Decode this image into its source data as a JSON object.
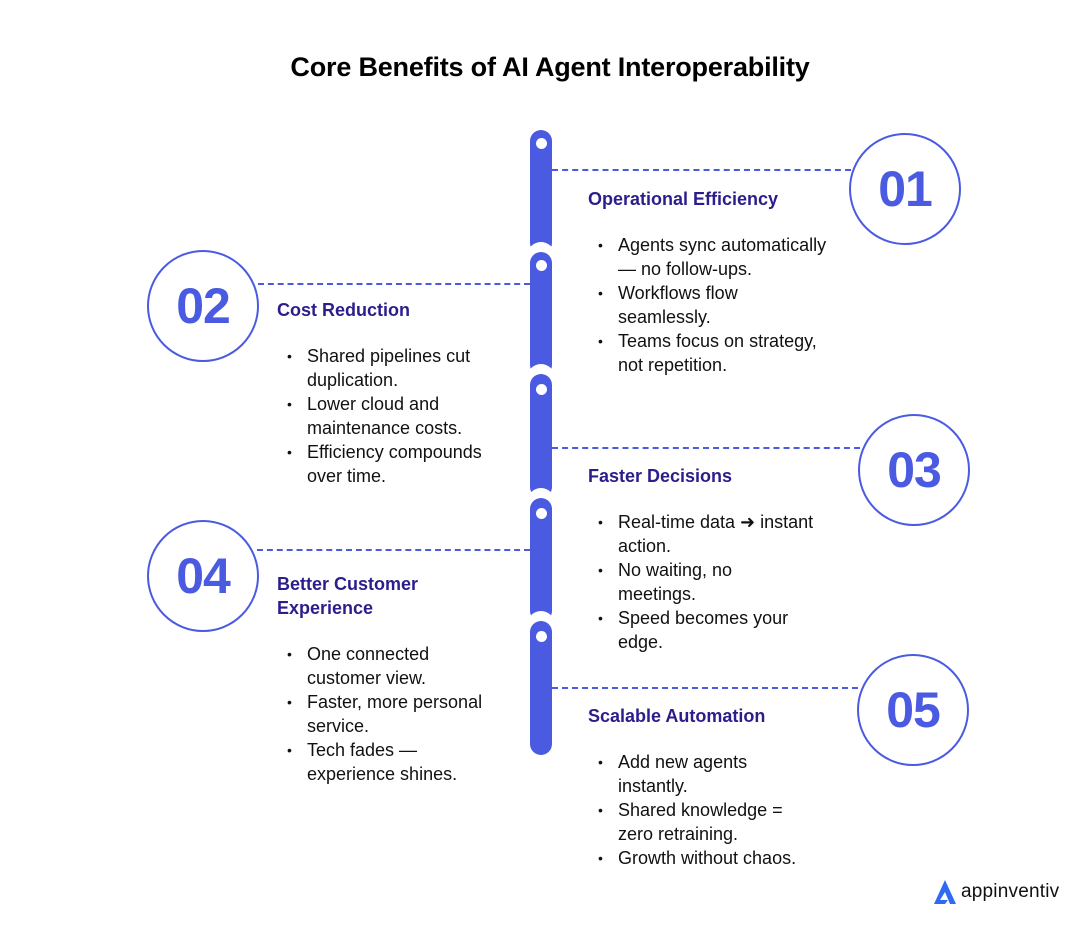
{
  "title": "Core Benefits of AI Agent Interoperability",
  "colors": {
    "accent": "#4a5be2",
    "heading": "#2b1d8c",
    "text": "#111111",
    "background": "#ffffff"
  },
  "benefits": [
    {
      "number": "01",
      "side": "right",
      "heading": "Operational Efficiency",
      "points": [
        "Agents sync automatically — no follow-ups.",
        "Workflows flow seamlessly.",
        "Teams focus on strategy, not repetition."
      ]
    },
    {
      "number": "02",
      "side": "left",
      "heading": "Cost Reduction",
      "points": [
        "Shared pipelines cut duplication.",
        "Lower cloud and maintenance costs.",
        "Efficiency compounds over time."
      ]
    },
    {
      "number": "03",
      "side": "right",
      "heading": "Faster Decisions",
      "points": [
        "Real-time data ➜ instant action.",
        "No waiting, no meetings.",
        "Speed becomes your edge."
      ]
    },
    {
      "number": "04",
      "side": "left",
      "heading": "Better Customer Experience",
      "points": [
        "One connected customer view.",
        "Faster, more personal service.",
        "Tech fades — experience shines."
      ]
    },
    {
      "number": "05",
      "side": "right",
      "heading": "Scalable Automation",
      "points": [
        "Add new agents instantly.",
        "Shared knowledge = zero retraining.",
        "Growth without chaos."
      ]
    }
  ],
  "logo": {
    "icon": "appinventiv-a-logo-icon",
    "text": "appinventiv"
  }
}
